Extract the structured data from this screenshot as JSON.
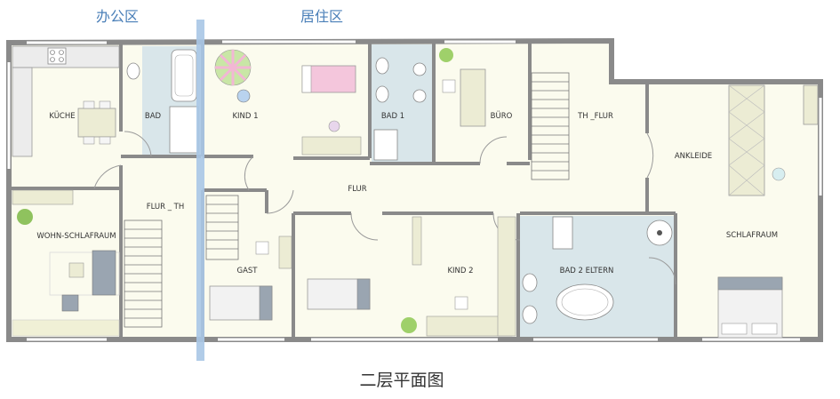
{
  "zones": {
    "office": "办公区",
    "living": "居住区"
  },
  "caption": "二层平面图",
  "rooms": {
    "kueche": "KÜCHE",
    "bad": "BAD",
    "kind1": "KIND 1",
    "bad1": "BAD 1",
    "buero": "BÜRO",
    "th_flur": "TH _FLUR",
    "ankleide": "ANKLEIDE",
    "flur": "FLUR",
    "flur_th": "FLUR _ TH",
    "wohn_schlafraum": "WOHN-SCHLAFRAUM",
    "gast": "GAST",
    "kind2": "KIND 2",
    "bad2_eltern": "BAD 2  ELTERN",
    "schlafraum": "SCHLAFRAUM"
  },
  "colors": {
    "wall": "#8a8a8a",
    "floor": "#fbfbee",
    "bath_floor": "#d9e6ea",
    "divider": "#a9c6e6",
    "zone_text": "#4a7fb8"
  }
}
